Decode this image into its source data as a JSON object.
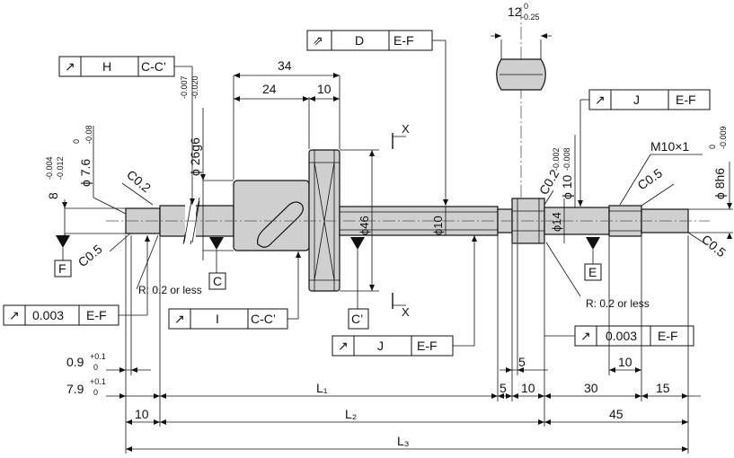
{
  "frames": {
    "h": {
      "sym": "↗",
      "letter": "H",
      "ref": "C-C’"
    },
    "d": {
      "sym": "⇗",
      "letter": "D",
      "ref": "E-F"
    },
    "jr": {
      "sym": "↗",
      "letter": "J",
      "ref": "E-F"
    },
    "i": {
      "sym": "↗",
      "letter": "I",
      "ref": "C-C’"
    },
    "jb": {
      "sym": "↗",
      "letter": "J",
      "ref": "E-F"
    },
    "left_tol": {
      "sym": "↗",
      "value": "0.003",
      "ref": "E-F"
    },
    "right_tol": {
      "sym": "↗",
      "value": "0.003",
      "ref": "E-F"
    }
  },
  "datums": {
    "f": "F",
    "e": "E",
    "c": "C",
    "cp": "C’"
  },
  "section": {
    "x": "X",
    "x2": "X"
  },
  "dims": {
    "d34": "34",
    "d24": "24",
    "d10top": "10",
    "top12": "12",
    "top12_up": "0",
    "top12_lo": "-0.25",
    "phi26": "ϕ 26g6",
    "phi26_up": "-0.007",
    "phi26_lo": "-0.020",
    "phi46": "ϕ46",
    "phi10_mid": "ϕ10",
    "phi14": "ϕ14",
    "phi7_6": "ϕ 7.6",
    "phi7_6_up": "0",
    "phi7_6_lo": "-0.08",
    "left8": "8",
    "left8_up": "-0.004",
    "left8_lo": "-0.012",
    "phi10r": "ϕ 10",
    "phi10r_up": "-0.002",
    "phi10r_lo": "-0.008",
    "m10": "M10×1",
    "phi8h6": "ϕ 8h6",
    "phi8h6_up": "0",
    "phi8h6_lo": "-0.009",
    "c02_left": "C0.2",
    "c05_left": "C0.5",
    "c02_right": "C0.2",
    "c05_mid": "C0.5",
    "c05_right": "C0.5",
    "r_left": "R: 0.2 or less",
    "r_right": "R: 0.2 or less",
    "d09": "0.9",
    "d09_up": "+0.1",
    "d09_lo": "0",
    "d79": "7.9",
    "d79_up": "+0.1",
    "d79_lo": "0",
    "L1": "L₁",
    "L2": "L₂",
    "L3": "L₃",
    "d5a": "5",
    "d5b": "5",
    "d10b": "10",
    "d10c": "10",
    "d10d": "10",
    "d30": "30",
    "d15": "15",
    "d45": "45"
  }
}
